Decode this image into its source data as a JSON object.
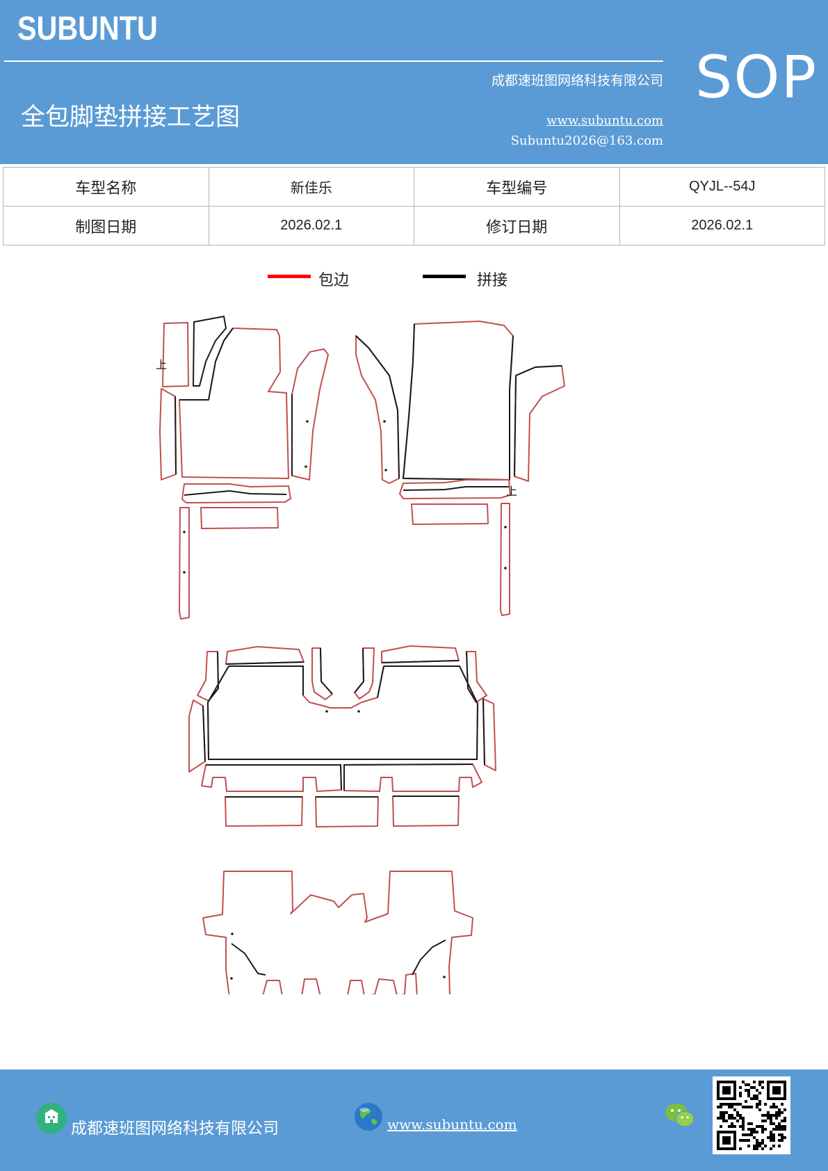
{
  "header": {
    "brand": "SUBUNTU",
    "company": "成都速班图网络科技有限公司",
    "title": "全包脚垫拼接工艺图",
    "website": "www.subuntu.com",
    "email": "Subuntu2026@163.com",
    "badge": "SOP"
  },
  "info_table": {
    "model_name_label": "车型名称",
    "model_name_value": "新佳乐",
    "model_code_label": "车型编号",
    "model_code_value": "QYJL--54J",
    "draw_date_label": "制图日期",
    "draw_date_value": "2026.02.1",
    "revise_date_label": "修订日期",
    "revise_date_value": "2026.02.1"
  },
  "legend": {
    "items": [
      {
        "label": "包边",
        "color": "#ff0000"
      },
      {
        "label": "拼接",
        "color": "#000000"
      }
    ]
  },
  "drawing": {
    "marks": [
      "上",
      "上"
    ]
  },
  "footer": {
    "company": "成都速班图网络科技有限公司",
    "website": "www.subuntu.com",
    "icons": [
      "building-icon",
      "globe-icon",
      "wechat-icon",
      "qr-code"
    ]
  }
}
